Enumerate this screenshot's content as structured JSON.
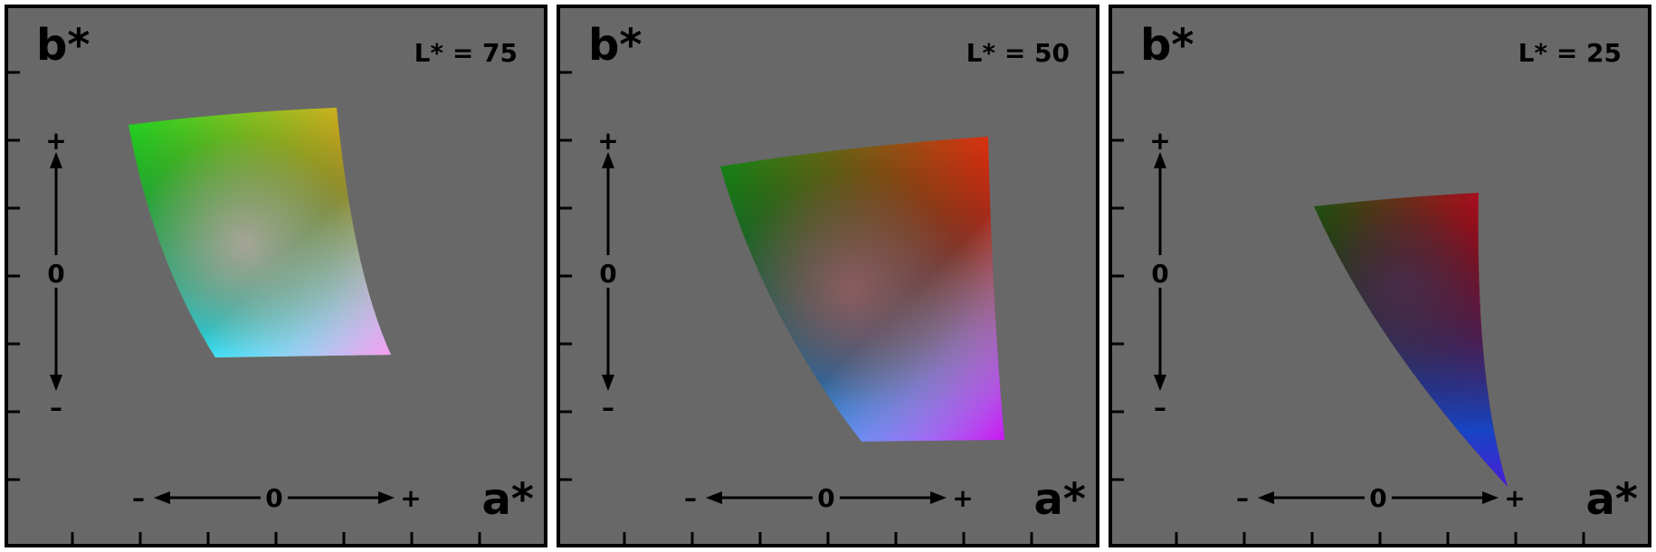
{
  "colors": {
    "background": "#686868",
    "frame": "#000000"
  },
  "panels": [
    {
      "y_axis_label": "b*",
      "x_axis_label": "a*",
      "lightness_label": "L* = 75",
      "y_axis": {
        "plus": "+",
        "zero": "0",
        "minus": "–"
      },
      "x_axis": {
        "minus": "–",
        "zero": "0",
        "plus": "+"
      },
      "corner_colors": {
        "top_left": "#22dd22",
        "top_right": "#f6a61e",
        "bottom_right": "#f59cf0",
        "bottom_left": "#22d8f4",
        "center": "#b7a7a0"
      }
    },
    {
      "y_axis_label": "b*",
      "x_axis_label": "a*",
      "lightness_label": "L* = 50",
      "y_axis": {
        "plus": "+",
        "zero": "0",
        "minus": "–"
      },
      "x_axis": {
        "minus": "–",
        "zero": "0",
        "plus": "+"
      },
      "corner_colors": {
        "top_left": "#158a16",
        "top_right": "#e22a10",
        "bottom_right": "#c81cf0",
        "bottom_left": "#1a7cf4",
        "center": "#9b6068"
      }
    },
    {
      "y_axis_label": "b*",
      "x_axis_label": "a*",
      "lightness_label": "L* = 25",
      "y_axis": {
        "plus": "+",
        "zero": "0",
        "minus": "–"
      },
      "x_axis": {
        "minus": "–",
        "zero": "0",
        "plus": "+"
      },
      "corner_colors": {
        "top_left": "#1f5212",
        "top_right": "#a50f1e",
        "bottom_right": "#4a1cdc",
        "bottom_left": "#1744c2",
        "center": "#4a2d56"
      }
    }
  ]
}
